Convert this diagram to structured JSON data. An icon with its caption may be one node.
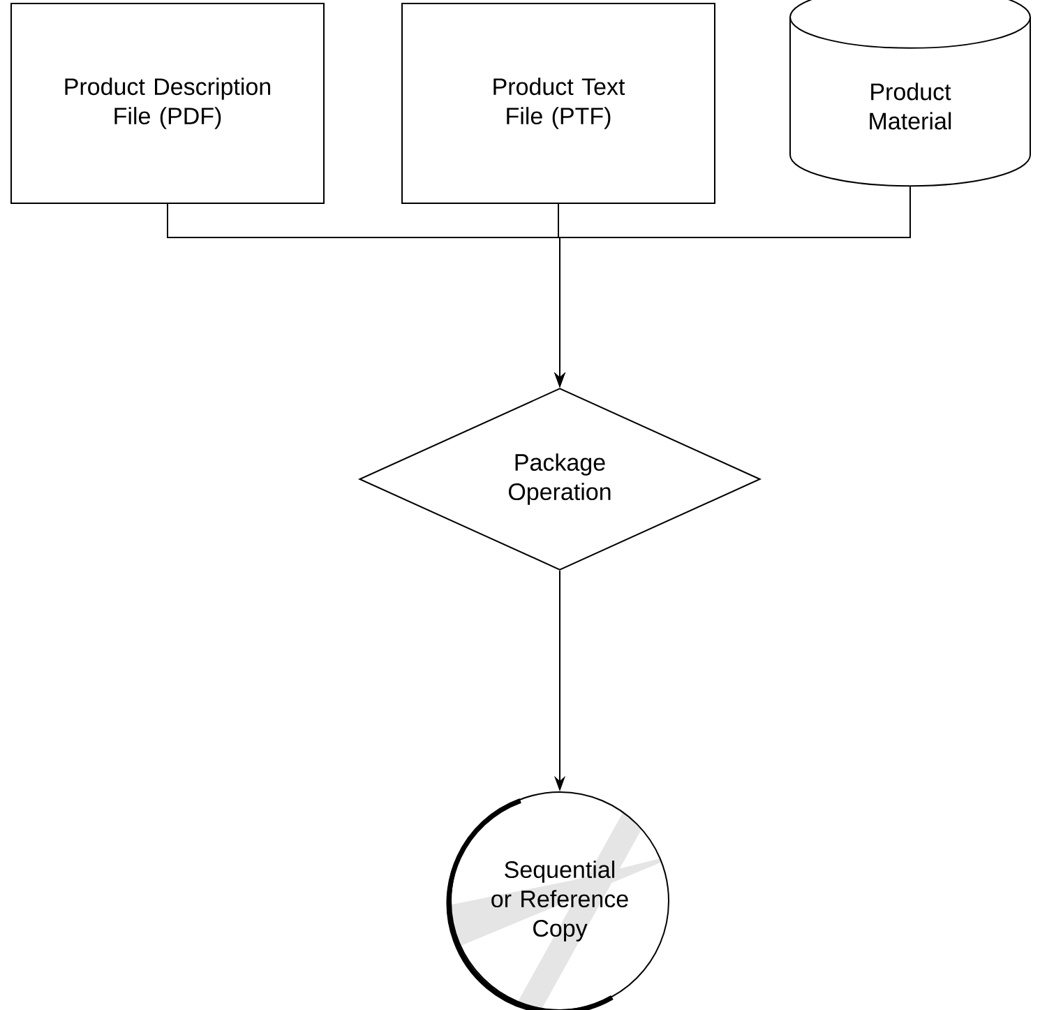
{
  "diagram": {
    "nodes": [
      {
        "text": [
          "Product Description File (PDF)"
        ]
      },
      {
        "text": [
          "Product Text File (PTF)"
        ]
      },
      {
        "text": [
          "Product Material"
        ]
      },
      {
        "text": [
          "Package Operation"
        ]
      },
      {
        "text": [
          "Sequential or Reference Copy"
        ]
      }
    ],
    "edges": [
      {
        "from": 0,
        "to": 3,
        "arrow": "to"
      },
      {
        "from": 1,
        "to": 3,
        "arrow": "to"
      },
      {
        "from": 2,
        "to": 3,
        "arrow": "to"
      },
      {
        "from": 3,
        "to": 4,
        "arrow": "to"
      }
    ]
  }
}
